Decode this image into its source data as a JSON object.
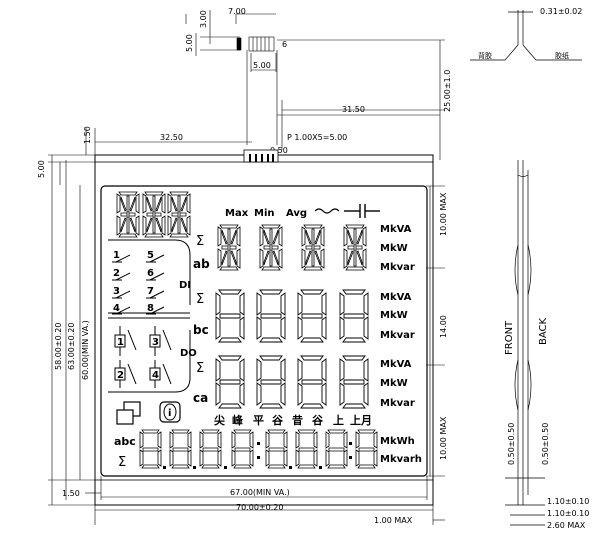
{
  "dimensions": {
    "top_7": "7.00",
    "top_3": "3.00",
    "left_5": "5.00",
    "pin_5": "5.00",
    "pin_count": "6",
    "right_25": "25.00±1.0",
    "mid_31_5": "31.50",
    "left_1_5_top": "1.50",
    "left_32_5": "32.50",
    "pitch": "P 1.00X5=5.00",
    "pin_w": "0.50",
    "left_5_00": "5.00",
    "h_58": "58.00±0.20",
    "h_63": "63.00±0.20",
    "h_60": "60.00(MIN VA.)",
    "r_10_top": "10.00 MAX",
    "r_14": "14.00",
    "r_10_bot": "10.00 MAX",
    "bottom_1_5": "1.50",
    "w_67": "67.00(MIN VA.)",
    "w_70": "70.00±0.20",
    "w_1_max": "1.00 MAX",
    "thk_top": "0.31±0.02",
    "side_label_left": "背胶",
    "side_label_right": "胶纸",
    "front": "FRONT",
    "back": "BACK",
    "side_05_a": "0.50±0.50",
    "side_05_b": "0.50±0.50",
    "side_1_1_a": "1.10±0.10",
    "side_1_1_b": "1.10±0.10",
    "side_2_6": "2.60 MAX"
  },
  "lcd": {
    "indicators_top": [
      "Max",
      "Min",
      "Avg"
    ],
    "units_row1": [
      "MkVA",
      "MkW",
      "Mkvar"
    ],
    "units_row2": [
      "MkVA",
      "MkW",
      "Mkvar"
    ],
    "units_row3": [
      "MkVA",
      "MkW",
      "Mkvar"
    ],
    "units_row4": [
      "MkWh",
      "Mkvarh"
    ],
    "phase_labels": [
      "ab",
      "bc",
      "ca"
    ],
    "sigma": "Σ",
    "di_items": [
      "1",
      "5",
      "2",
      "6",
      "3",
      "7",
      "4",
      "8"
    ],
    "di_label": "DI",
    "do_items": [
      "1",
      "3",
      "2",
      "4"
    ],
    "do_label": "DO",
    "tariff_labels": [
      "尖",
      "峰",
      "平",
      "谷",
      "昔",
      "谷",
      "上",
      "上月"
    ],
    "bottom_label": "abc",
    "info_symbol": "i"
  }
}
